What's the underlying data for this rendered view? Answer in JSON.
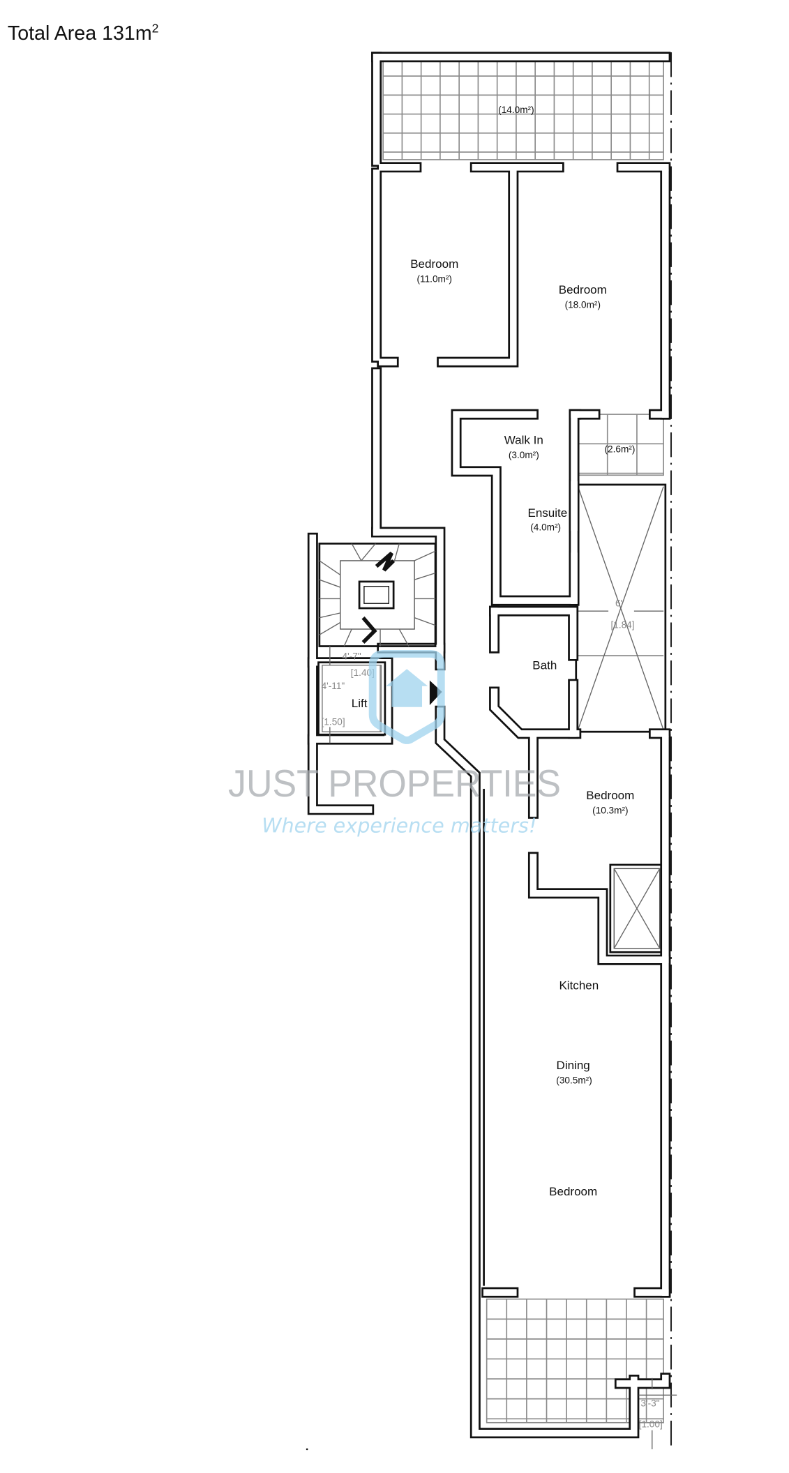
{
  "header": {
    "title_prefix": "Total Area 131m",
    "title_sup": "2"
  },
  "rooms": {
    "terrace_top": {
      "area": "(14.0m²)"
    },
    "bedroom_1": {
      "label": "Bedroom",
      "area": "(11.0m²)"
    },
    "bedroom_2": {
      "label": "Bedroom",
      "area": "(18.0m²)"
    },
    "walk_in": {
      "label": "Walk In",
      "area": "(3.0m²)"
    },
    "terrace_small": {
      "area": "(2.6m²)"
    },
    "ensuite": {
      "label": "Ensuite",
      "area": "(4.0m²)"
    },
    "bath": {
      "label": "Bath"
    },
    "lift": {
      "label": "Lift"
    },
    "bedroom_3": {
      "label": "Bedroom",
      "area": "(10.3m²)"
    },
    "kitchen": {
      "label": "Kitchen"
    },
    "dining": {
      "label": "Dining",
      "area": "(30.5m²)"
    },
    "bedroom_4": {
      "label": "Bedroom"
    }
  },
  "dimensions": {
    "lift_width_imp": "4'-7\"",
    "lift_width_m": "[1.40]",
    "lift_depth_imp": "4'-11\"",
    "lift_depth_m": "[1.50]",
    "lightwell_imp": "6'",
    "lightwell_m": "[1.84]",
    "terrace_imp": "3'-3\"",
    "terrace_m": "[1.00]"
  },
  "watermark": {
    "brand": "JUST PROPERTIES",
    "tagline": "Where experience matters!",
    "brand_color": "#a7abb0",
    "accent_color": "#9fd3ee"
  }
}
